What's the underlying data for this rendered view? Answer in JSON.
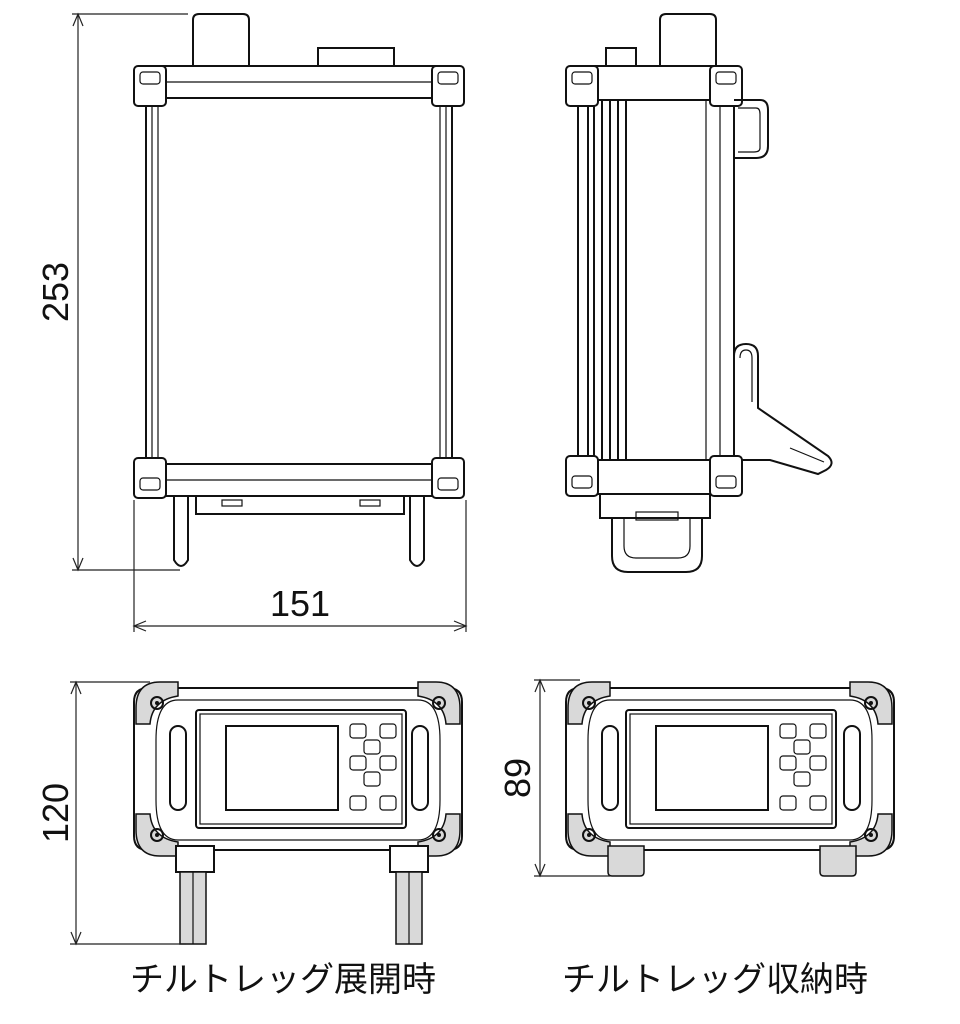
{
  "dimensions": {
    "height": "253",
    "width": "151",
    "front_deployed_height": "120",
    "front_stowed_height": "89"
  },
  "captions": {
    "deployed": "チルトレッグ展開時",
    "stowed": "チルトレッグ収納時"
  }
}
